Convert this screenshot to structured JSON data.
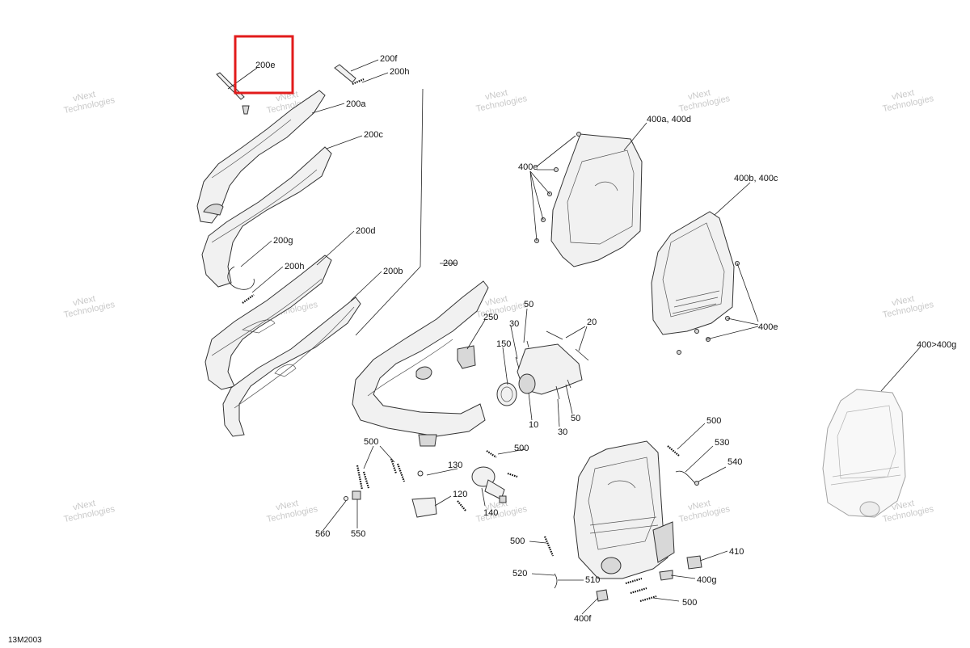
{
  "diagram_code": "13M2003",
  "watermark": {
    "line1": "vNext",
    "line2": "Technologies",
    "color": "#c9c9c9"
  },
  "highlight_color": "#e21b1b",
  "highlighted_callout": "200e",
  "callouts": {
    "c200e": "200e",
    "c200f": "200f",
    "c200h_top": "200h",
    "c200a": "200a",
    "c200c": "200c",
    "c200g": "200g",
    "c200d": "200d",
    "c200h": "200h",
    "c200b": "200b",
    "c200": "200",
    "c250": "250",
    "c30a": "30",
    "c50a": "50",
    "c20": "20",
    "c150": "150",
    "c10": "10",
    "c50b": "50",
    "c30b": "30",
    "c400ad": "400a, 400d",
    "c400e_left": "400e",
    "c400bc": "400b, 400c",
    "c400e_right": "400e",
    "c400g_range": "400>400g",
    "c500a": "500",
    "c500b": "500",
    "c500c": "500",
    "c130": "130",
    "c120": "120",
    "c140": "140",
    "c560": "560",
    "c550": "550",
    "c530": "530",
    "c540": "540",
    "c500d": "500",
    "c410": "410",
    "c520": "520",
    "c510": "510",
    "c400g": "400g",
    "c400f": "400f",
    "c500e": "500"
  }
}
